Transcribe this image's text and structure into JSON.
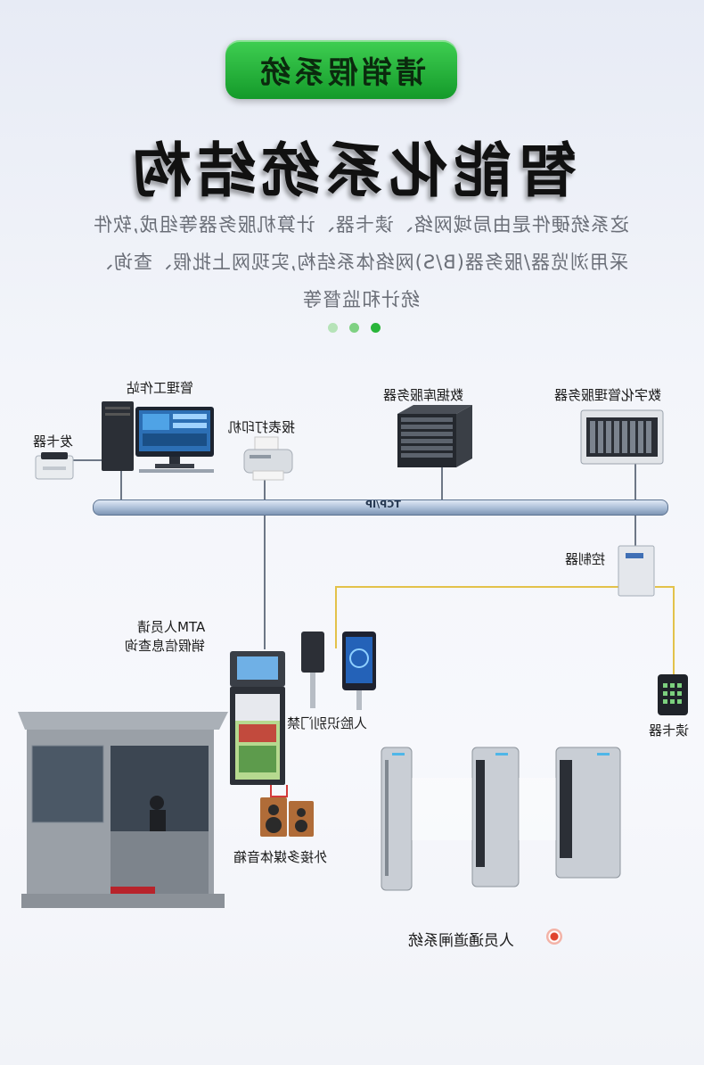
{
  "header": {
    "badge_text": "请销假系统",
    "main_title": "智能化系统结构",
    "description_lines": [
      "这系统硬件是由局域网络、读卡器、计算机服务器等组成,软件",
      "采用浏览器/服务器(B/S)网络体系结构,实现网上批假、查询、",
      "统计和监督等"
    ],
    "dot_colors": [
      "#b6e3b8",
      "#7fd183",
      "#29b53a"
    ]
  },
  "diagram": {
    "network_label": "TCP/IP",
    "nodes": {
      "workstation": "管理工作站",
      "card_issuer": "发卡器",
      "report_printer": "报表打印机",
      "database_server": "数据库服务器",
      "digital_server": "数字化管理服务器",
      "controller": "控制器",
      "atm_line1": "ATM人员请",
      "atm_line2": "销假信息查询",
      "face_access": "人脸识别门禁",
      "card_reader": "读卡器",
      "speaker": "外接多媒体音箱",
      "turnstile_system": "人员通道闸系统"
    },
    "colors": {
      "network_line": "#6d7786",
      "control_wire": "#e3c24a",
      "speaker_wire": "#d43a3a",
      "accent_green": "#18a32c"
    }
  }
}
